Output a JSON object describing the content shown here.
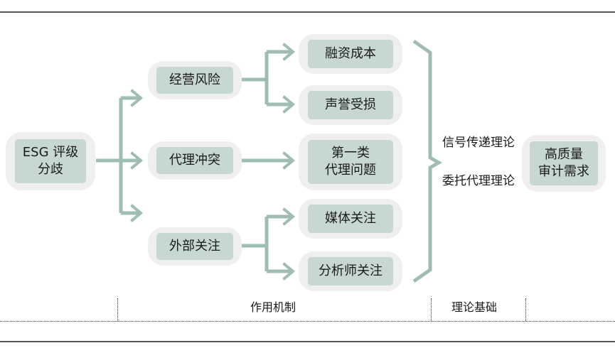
{
  "diagram": {
    "root": {
      "label_line1": "ESG 评级",
      "label_line2": "分歧"
    },
    "mechanisms": [
      {
        "label": "经营风险"
      },
      {
        "label": "代理冲突"
      },
      {
        "label": "外部关注"
      }
    ],
    "outcomes": [
      {
        "label_line1": "融资成本",
        "label_line2": ""
      },
      {
        "label_line1": "声誉受损",
        "label_line2": ""
      },
      {
        "label_line1": "第一类",
        "label_line2": "代理问题"
      },
      {
        "label_line1": "媒体关注",
        "label_line2": ""
      },
      {
        "label_line1": "分析师关注",
        "label_line2": ""
      }
    ],
    "theories": [
      "信号传递理论",
      "委托代理理论"
    ],
    "result": {
      "label_line1": "高质量",
      "label_line2": "审计需求"
    },
    "bottom_labels": {
      "mechanism": "作用机制",
      "theory_basis": "理论基础"
    },
    "colors": {
      "node_fill": "#c6d8d0",
      "node_halo": "#efefef",
      "connector": "#9fbdb2"
    }
  }
}
